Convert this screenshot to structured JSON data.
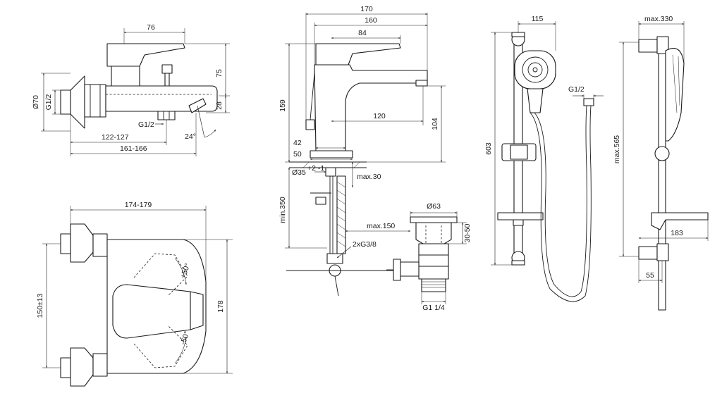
{
  "bath_mixer_side": {
    "dim_top": "76",
    "dim_diameter": "Ø70",
    "dim_thread": "G1/2",
    "dim_height": "75",
    "dim_spout": "28",
    "dim_inlet": "G1/2",
    "dim_angle": "24°",
    "dim_center": "122-127",
    "dim_depth": "161-166"
  },
  "bath_mixer_top": {
    "dim_width": "174-179",
    "dim_spacing": "150±13",
    "dim_height": "178",
    "angle_plus": "+50°",
    "angle_minus": "-50°"
  },
  "basin_mixer": {
    "dim_170": "170",
    "dim_160": "160",
    "dim_84": "84",
    "dim_159": "159",
    "dim_120": "120",
    "dim_104": "104",
    "dim_42": "42",
    "dim_50": "50",
    "dim_hole": "Ø35",
    "dim_hole_tol": "+2 -1",
    "dim_max30": "max.30",
    "dim_min350": "min.350",
    "dim_hoses": "2xG3/8",
    "dim_max150": "max.150"
  },
  "waste": {
    "dim_d63": "Ø63",
    "dim_range": "30-50",
    "dim_thread": "G1 1/4"
  },
  "shower_set_front": {
    "dim_115": "115",
    "dim_603": "603",
    "dim_g12": "G1/2"
  },
  "shower_set_side": {
    "dim_max330": "max.330",
    "dim_max565": "max.565",
    "dim_183": "183",
    "dim_55": "55"
  }
}
